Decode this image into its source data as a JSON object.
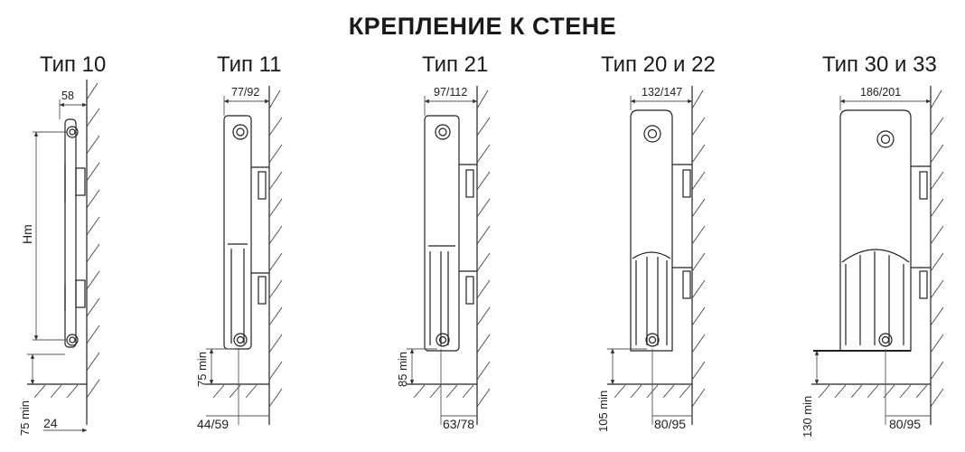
{
  "title": "КРЕПЛЕНИЕ К СТЕНЕ",
  "types": [
    {
      "label": "Тип 10",
      "depth": "58",
      "wall_offset": "24",
      "floor_clearance": "75 min",
      "height_label": "Hm"
    },
    {
      "label": "Тип 11",
      "depth": "77/92",
      "wall_offset": "44/59",
      "floor_clearance": "75 min"
    },
    {
      "label": "Тип 21",
      "depth": "97/112",
      "wall_offset": "63/78",
      "floor_clearance": "85 min"
    },
    {
      "label": "Тип 20 и 22",
      "depth": "132/147",
      "wall_offset": "80/95",
      "floor_clearance": "105 min"
    },
    {
      "label": "Тип 30 и 33",
      "depth": "186/201",
      "wall_offset": "80/95",
      "floor_clearance": "130 min"
    }
  ],
  "colors": {
    "line": "#222222",
    "dim_line": "#555555",
    "hatch": "#444444"
  }
}
